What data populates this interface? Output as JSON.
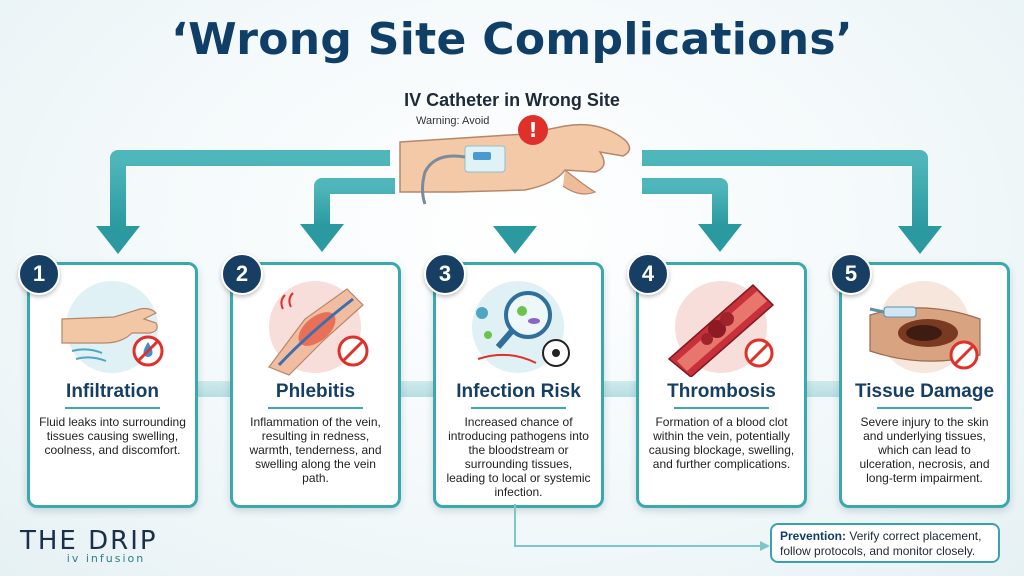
{
  "title": "‘Wrong Site Complications’",
  "subtitle": "IV Catheter in Wrong Site",
  "warning": "Warning: Avoid",
  "cards": [
    {
      "number": "1",
      "title": "Infiltration",
      "description": "Fluid leaks into surrounding tissues causing swelling, coolness, and discomfort.",
      "icon": "hand-with-drop-icon"
    },
    {
      "number": "2",
      "title": "Phlebitis",
      "description": "Inflammation of the vein, resulting in redness, warmth, tenderness, and swelling along the vein path.",
      "icon": "inflamed-vein-icon"
    },
    {
      "number": "3",
      "title": "Infection Risk",
      "description": "Increased chance of introducing pathogens into the bloodstream or surrounding tissues, leading to local or systemic infection.",
      "icon": "magnifier-germs-icon"
    },
    {
      "number": "4",
      "title": "Thrombosis",
      "description": "Formation of a blood clot within the vein, potentially causing blockage, swelling, and further complications.",
      "icon": "blood-clot-icon"
    },
    {
      "number": "5",
      "title": "Tissue Damage",
      "description": "Severe injury to the skin and underlying tissues, which can lead to ulceration, necrosis, and long-term impairment.",
      "icon": "damaged-skin-icon"
    }
  ],
  "prevention": {
    "label": "Prevention:",
    "text": "Verify correct placement, follow protocols, and monitor closely."
  },
  "logo": {
    "main": "THE DRIP",
    "sub": "iv infusion"
  },
  "colors": {
    "navy": "#0f3f66",
    "teal": "#39a9ae",
    "alert": "#e0302a"
  }
}
